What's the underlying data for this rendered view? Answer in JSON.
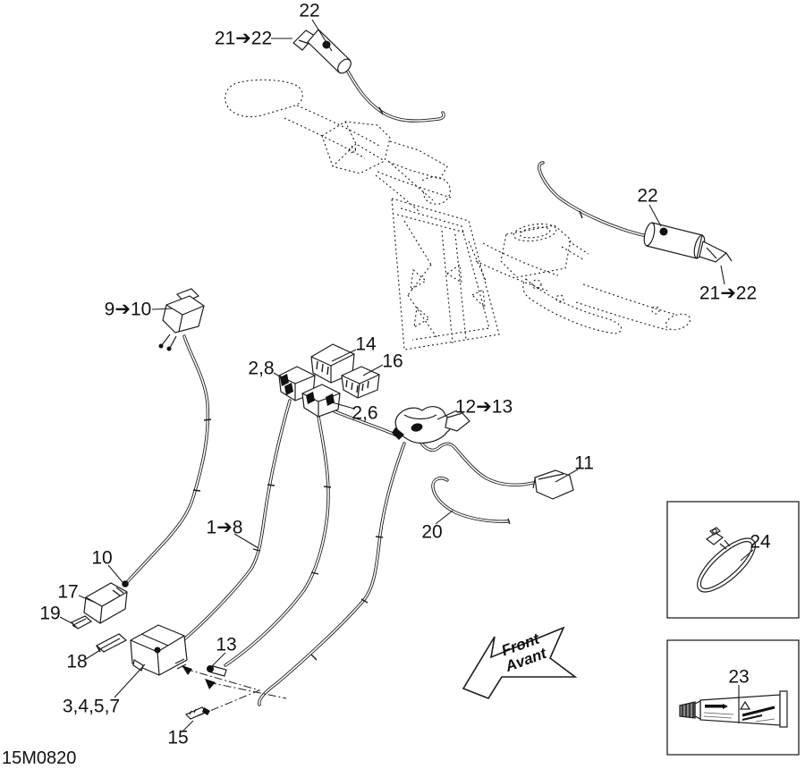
{
  "doc": {
    "code": "15M0820"
  },
  "front_arrow": {
    "line1": "Front",
    "line2": "Avant"
  },
  "callouts": {
    "c22_top": "22",
    "c21_22_left": "21➔22",
    "c22_right": "22",
    "c21_22_right": "21➔22",
    "c9_10": "9➔10",
    "c14": "14",
    "c16": "16",
    "c2_8": "2,8",
    "c2_6": "2,6",
    "c12_13": "12➔13",
    "c11": "11",
    "c20": "20",
    "c1_8": "1➔8",
    "c10": "10",
    "c17": "17",
    "c19": "19",
    "c18": "18",
    "c3457": "3,4,5,7",
    "c13": "13",
    "c15": "15",
    "c23": "23",
    "c24": "24"
  },
  "colors": {
    "ink": "#1c1c1c",
    "background": "#ffffff"
  }
}
